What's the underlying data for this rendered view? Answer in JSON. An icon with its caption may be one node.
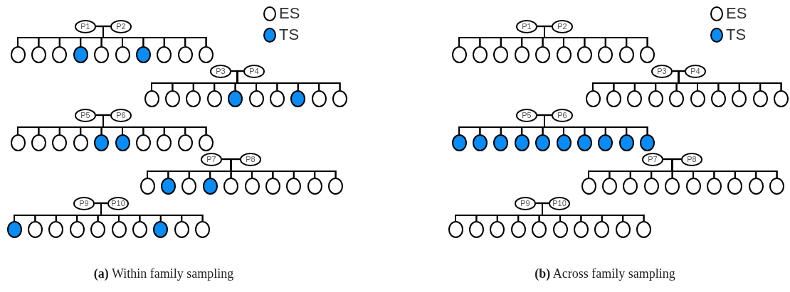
{
  "diagram": {
    "nodes": [
      {
        "text": [
          "P1"
        ]
      },
      {
        "text": [
          "P2"
        ]
      },
      {
        "text": [],
        "shape": "circle"
      },
      {
        "text": [],
        "shape": "circle"
      },
      {
        "text": [],
        "shape": "circle"
      },
      {
        "text": [],
        "shape": "circle"
      },
      {
        "text": [],
        "shape": "circle"
      },
      {
        "text": [],
        "shape": "circle"
      },
      {
        "text": [],
        "shape": "circle"
      },
      {
        "text": [],
        "shape": "circle"
      },
      {
        "text": [],
        "shape": "circle"
      },
      {
        "text": [],
        "shape": "circle"
      },
      {
        "text": [
          "P3"
        ]
      },
      {
        "text": [
          "P4"
        ]
      },
      {
        "text": [],
        "shape": "circle"
      },
      {
        "text": [],
        "shape": "circle"
      },
      {
        "text": [],
        "shape": "circle"
      },
      {
        "text": [],
        "shape": "circle"
      },
      {
        "text": [],
        "shape": "circle"
      },
      {
        "text": [],
        "shape": "circle"
      },
      {
        "text": [],
        "shape": "circle"
      },
      {
        "text": [],
        "shape": "circle"
      },
      {
        "text": [],
        "shape": "circle"
      },
      {
        "text": [],
        "shape": "circle"
      },
      {
        "text": [
          "P5"
        ]
      },
      {
        "text": [
          "P6"
        ]
      },
      {
        "text": [],
        "shape": "circle"
      },
      {
        "text": [],
        "shape": "circle"
      },
      {
        "text": [],
        "shape": "circle"
      },
      {
        "text": [],
        "shape": "circle"
      },
      {
        "text": [],
        "shape": "circle"
      },
      {
        "text": [],
        "shape": "circle"
      },
      {
        "text": [],
        "shape": "circle"
      },
      {
        "text": [],
        "shape": "circle"
      },
      {
        "text": [],
        "shape": "circle"
      },
      {
        "text": [],
        "shape": "circle"
      },
      {
        "text": [
          "P7"
        ]
      },
      {
        "text": [
          "P8"
        ]
      },
      {
        "text": [],
        "shape": "circle"
      },
      {
        "text": [],
        "shape": "circle"
      },
      {
        "text": [],
        "shape": "circle"
      },
      {
        "text": [],
        "shape": "circle"
      },
      {
        "text": [],
        "shape": "circle"
      },
      {
        "text": [],
        "shape": "circle"
      },
      {
        "text": [],
        "shape": "circle"
      },
      {
        "text": [],
        "shape": "circle"
      },
      {
        "text": [],
        "shape": "circle"
      },
      {
        "text": [],
        "shape": "circle"
      },
      {
        "text": [
          "P9"
        ]
      },
      {
        "text": [
          "P10"
        ]
      },
      {
        "text": [],
        "shape": "circle"
      },
      {
        "text": [],
        "shape": "circle"
      },
      {
        "text": [],
        "shape": "circle"
      },
      {
        "text": [],
        "shape": "circle"
      },
      {
        "text": [],
        "shape": "circle"
      },
      {
        "text": [],
        "shape": "circle"
      },
      {
        "text": [],
        "shape": "circle"
      },
      {
        "text": [],
        "shape": "circle"
      },
      {
        "text": [],
        "shape": "circle"
      },
      {
        "text": [],
        "shape": "circle"
      },
      {
        "text": [
          "P1"
        ]
      },
      {
        "text": [
          "P2"
        ]
      },
      {
        "text": [],
        "shape": "circle"
      },
      {
        "text": [],
        "shape": "circle"
      },
      {
        "text": [],
        "shape": "circle"
      },
      {
        "text": [],
        "shape": "circle"
      },
      {
        "text": [],
        "shape": "circle"
      },
      {
        "text": [],
        "shape": "circle"
      },
      {
        "text": [],
        "shape": "circle"
      },
      {
        "text": [],
        "shape": "circle"
      },
      {
        "text": [],
        "shape": "circle"
      },
      {
        "text": [],
        "shape": "circle"
      },
      {
        "text": [
          "P3"
        ]
      },
      {
        "text": [
          "P4"
        ]
      },
      {
        "text": [],
        "shape": "circle"
      },
      {
        "text": [],
        "shape": "circle"
      },
      {
        "text": [],
        "shape": "circle"
      },
      {
        "text": [],
        "shape": "circle"
      },
      {
        "text": [],
        "shape": "circle"
      },
      {
        "text": [],
        "shape": "circle"
      },
      {
        "text": [],
        "shape": "circle"
      },
      {
        "text": [],
        "shape": "circle"
      },
      {
        "text": [],
        "shape": "circle"
      },
      {
        "text": [],
        "shape": "circle"
      },
      {
        "text": [
          "P5"
        ]
      },
      {
        "text": [
          "P6"
        ]
      },
      {
        "text": [],
        "shape": "circle"
      },
      {
        "text": [],
        "shape": "circle"
      },
      {
        "text": [],
        "shape": "circle"
      },
      {
        "text": [],
        "shape": "circle"
      },
      {
        "text": [],
        "shape": "circle"
      },
      {
        "text": [],
        "shape": "circle"
      },
      {
        "text": [],
        "shape": "circle"
      },
      {
        "text": [],
        "shape": "circle"
      },
      {
        "text": [],
        "shape": "circle"
      },
      {
        "text": [],
        "shape": "circle"
      },
      {
        "text": [
          "P7"
        ]
      },
      {
        "text": [
          "P8"
        ]
      },
      {
        "text": [],
        "shape": "circle"
      },
      {
        "text": [],
        "shape": "circle"
      },
      {
        "text": [],
        "shape": "circle"
      },
      {
        "text": [],
        "shape": "circle"
      },
      {
        "text": [],
        "shape": "circle"
      },
      {
        "text": [],
        "shape": "circle"
      },
      {
        "text": [],
        "shape": "circle"
      },
      {
        "text": [],
        "shape": "circle"
      },
      {
        "text": [],
        "shape": "circle"
      },
      {
        "text": [],
        "shape": "circle"
      },
      {
        "text": [
          "P9"
        ]
      },
      {
        "text": [
          "P10"
        ]
      },
      {
        "text": [],
        "shape": "circle"
      },
      {
        "text": [],
        "shape": "circle"
      },
      {
        "text": [],
        "shape": "circle"
      },
      {
        "text": [],
        "shape": "circle"
      },
      {
        "text": [],
        "shape": "circle"
      },
      {
        "text": [],
        "shape": "circle"
      },
      {
        "text": [],
        "shape": "circle"
      },
      {
        "text": [],
        "shape": "circle"
      },
      {
        "text": [],
        "shape": "circle"
      },
      {
        "text": [],
        "shape": "circle"
      }
    ],
    "edges": [
      {
        "from": 0,
        "to": 1,
        "arrow": "none"
      },
      {
        "from": 0,
        "to": 2,
        "arrow": "none"
      },
      {
        "from": 1,
        "to": 2,
        "arrow": "none"
      },
      {
        "from": 0,
        "to": 3,
        "arrow": "none"
      },
      {
        "from": 1,
        "to": 3,
        "arrow": "none"
      },
      {
        "from": 0,
        "to": 4,
        "arrow": "none"
      },
      {
        "from": 1,
        "to": 4,
        "arrow": "none"
      },
      {
        "from": 0,
        "to": 5,
        "arrow": "none"
      },
      {
        "from": 1,
        "to": 5,
        "arrow": "none"
      },
      {
        "from": 0,
        "to": 6,
        "arrow": "none"
      },
      {
        "from": 1,
        "to": 6,
        "arrow": "none"
      },
      {
        "from": 0,
        "to": 7,
        "arrow": "none"
      },
      {
        "from": 1,
        "to": 7,
        "arrow": "none"
      },
      {
        "from": 0,
        "to": 8,
        "arrow": "none"
      },
      {
        "from": 1,
        "to": 8,
        "arrow": "none"
      },
      {
        "from": 0,
        "to": 9,
        "arrow": "none"
      },
      {
        "from": 1,
        "to": 9,
        "arrow": "none"
      },
      {
        "from": 0,
        "to": 10,
        "arrow": "none"
      },
      {
        "from": 1,
        "to": 10,
        "arrow": "none"
      },
      {
        "from": 0,
        "to": 11,
        "arrow": "none"
      },
      {
        "from": 1,
        "to": 11,
        "arrow": "none"
      },
      {
        "from": 12,
        "to": 13,
        "arrow": "none"
      },
      {
        "from": 12,
        "to": 14,
        "arrow": "none"
      },
      {
        "from": 13,
        "to": 14,
        "arrow": "none"
      },
      {
        "from": 12,
        "to": 15,
        "arrow": "none"
      },
      {
        "from": 13,
        "to": 15,
        "arrow": "none"
      },
      {
        "from": 12,
        "to": 16,
        "arrow": "none"
      },
      {
        "from": 13,
        "to": 16,
        "arrow": "none"
      },
      {
        "from": 12,
        "to": 17,
        "arrow": "none"
      },
      {
        "from": 13,
        "to": 17,
        "arrow": "none"
      },
      {
        "from": 12,
        "to": 18,
        "arrow": "none"
      },
      {
        "from": 13,
        "to": 18,
        "arrow": "none"
      },
      {
        "from": 12,
        "to": 19,
        "arrow": "none"
      },
      {
        "from": 13,
        "to": 19,
        "arrow": "none"
      },
      {
        "from": 12,
        "to": 20,
        "arrow": "none"
      },
      {
        "from": 13,
        "to": 20,
        "arrow": "none"
      },
      {
        "from": 12,
        "to": 21,
        "arrow": "none"
      },
      {
        "from": 13,
        "to": 21,
        "arrow": "none"
      },
      {
        "from": 12,
        "to": 22,
        "arrow": "none"
      },
      {
        "from": 13,
        "to": 22,
        "arrow": "none"
      },
      {
        "from": 12,
        "to": 23,
        "arrow": "none"
      },
      {
        "from": 13,
        "to": 23,
        "arrow": "none"
      },
      {
        "from": 24,
        "to": 25,
        "arrow": "none"
      },
      {
        "from": 24,
        "to": 26,
        "arrow": "none"
      },
      {
        "from": 25,
        "to": 26,
        "arrow": "none"
      },
      {
        "from": 24,
        "to": 27,
        "arrow": "none"
      },
      {
        "from": 25,
        "to": 27,
        "arrow": "none"
      },
      {
        "from": 24,
        "to": 28,
        "arrow": "none"
      },
      {
        "from": 25,
        "to": 28,
        "arrow": "none"
      },
      {
        "from": 24,
        "to": 29,
        "arrow": "none"
      },
      {
        "from": 25,
        "to": 29,
        "arrow": "none"
      },
      {
        "from": 24,
        "to": 30,
        "arrow": "none"
      },
      {
        "from": 25,
        "to": 30,
        "arrow": "none"
      },
      {
        "from": 24,
        "to": 31,
        "arrow": "none"
      },
      {
        "from": 25,
        "to": 31,
        "arrow": "none"
      },
      {
        "from": 24,
        "to": 32,
        "arrow": "none"
      },
      {
        "from": 25,
        "to": 32,
        "arrow": "none"
      },
      {
        "from": 24,
        "to": 33,
        "arrow": "none"
      },
      {
        "from": 25,
        "to": 33,
        "arrow": "none"
      },
      {
        "from": 24,
        "to": 34,
        "arrow": "none"
      },
      {
        "from": 25,
        "to": 34,
        "arrow": "none"
      },
      {
        "from": 24,
        "to": 35,
        "arrow": "none"
      },
      {
        "from": 25,
        "to": 35,
        "arrow": "none"
      },
      {
        "from": 36,
        "to": 37,
        "arrow": "none"
      },
      {
        "from": 36,
        "to": 38,
        "arrow": "none"
      },
      {
        "from": 37,
        "to": 38,
        "arrow": "none"
      },
      {
        "from": 36,
        "to": 39,
        "arrow": "none"
      },
      {
        "from": 37,
        "to": 39,
        "arrow": "none"
      },
      {
        "from": 36,
        "to": 40,
        "arrow": "none"
      },
      {
        "from": 37,
        "to": 40,
        "arrow": "none"
      },
      {
        "from": 36,
        "to": 41,
        "arrow": "none"
      },
      {
        "from": 37,
        "to": 41,
        "arrow": "none"
      },
      {
        "from": 36,
        "to": 42,
        "arrow": "none"
      },
      {
        "from": 37,
        "to": 42,
        "arrow": "none"
      },
      {
        "from": 36,
        "to": 43,
        "arrow": "none"
      },
      {
        "from": 37,
        "to": 43,
        "arrow": "none"
      },
      {
        "from": 36,
        "to": 44,
        "arrow": "none"
      },
      {
        "from": 37,
        "to": 44,
        "arrow": "none"
      },
      {
        "from": 36,
        "to": 45,
        "arrow": "none"
      },
      {
        "from": 37,
        "to": 45,
        "arrow": "none"
      },
      {
        "from": 36,
        "to": 46,
        "arrow": "none"
      },
      {
        "from": 37,
        "to": 46,
        "arrow": "none"
      },
      {
        "from": 36,
        "to": 47,
        "arrow": "none"
      },
      {
        "from": 37,
        "to": 47,
        "arrow": "none"
      },
      {
        "from": 48,
        "to": 49,
        "arrow": "none"
      },
      {
        "from": 48,
        "to": 50,
        "arrow": "none"
      },
      {
        "from": 49,
        "to": 50,
        "arrow": "none"
      },
      {
        "from": 48,
        "to": 51,
        "arrow": "none"
      },
      {
        "from": 49,
        "to": 51,
        "arrow": "none"
      },
      {
        "from": 48,
        "to": 52,
        "arrow": "none"
      },
      {
        "from": 49,
        "to": 52,
        "arrow": "none"
      },
      {
        "from": 48,
        "to": 53,
        "arrow": "none"
      },
      {
        "from": 49,
        "to": 53,
        "arrow": "none"
      },
      {
        "from": 48,
        "to": 54,
        "arrow": "none"
      },
      {
        "from": 49,
        "to": 54,
        "arrow": "none"
      },
      {
        "from": 48,
        "to": 55,
        "arrow": "none"
      },
      {
        "from": 49,
        "to": 55,
        "arrow": "none"
      },
      {
        "from": 48,
        "to": 56,
        "arrow": "none"
      },
      {
        "from": 49,
        "to": 56,
        "arrow": "none"
      },
      {
        "from": 48,
        "to": 57,
        "arrow": "none"
      },
      {
        "from": 49,
        "to": 57,
        "arrow": "none"
      },
      {
        "from": 48,
        "to": 58,
        "arrow": "none"
      },
      {
        "from": 49,
        "to": 58,
        "arrow": "none"
      },
      {
        "from": 48,
        "to": 59,
        "arrow": "none"
      },
      {
        "from": 49,
        "to": 59,
        "arrow": "none"
      },
      {
        "from": 60,
        "to": 61,
        "arrow": "none"
      },
      {
        "from": 60,
        "to": 62,
        "arrow": "none"
      },
      {
        "from": 61,
        "to": 62,
        "arrow": "none"
      },
      {
        "from": 60,
        "to": 63,
        "arrow": "none"
      },
      {
        "from": 61,
        "to": 63,
        "arrow": "none"
      },
      {
        "from": 60,
        "to": 64,
        "arrow": "none"
      },
      {
        "from": 61,
        "to": 64,
        "arrow": "none"
      },
      {
        "from": 60,
        "to": 65,
        "arrow": "none"
      },
      {
        "from": 61,
        "to": 65,
        "arrow": "none"
      },
      {
        "from": 60,
        "to": 66,
        "arrow": "none"
      },
      {
        "from": 61,
        "to": 66,
        "arrow": "none"
      },
      {
        "from": 60,
        "to": 67,
        "arrow": "none"
      },
      {
        "from": 61,
        "to": 67,
        "arrow": "none"
      },
      {
        "from": 60,
        "to": 68,
        "arrow": "none"
      },
      {
        "from": 61,
        "to": 68,
        "arrow": "none"
      },
      {
        "from": 60,
        "to": 69,
        "arrow": "none"
      },
      {
        "from": 61,
        "to": 69,
        "arrow": "none"
      },
      {
        "from": 60,
        "to": 70,
        "arrow": "none"
      },
      {
        "from": 61,
        "to": 70,
        "arrow": "none"
      },
      {
        "from": 60,
        "to": 71,
        "arrow": "none"
      },
      {
        "from": 61,
        "to": 71,
        "arrow": "none"
      },
      {
        "from": 72,
        "to": 73,
        "arrow": "none"
      },
      {
        "from": 72,
        "to": 74,
        "arrow": "none"
      },
      {
        "from": 73,
        "to": 74,
        "arrow": "none"
      },
      {
        "from": 72,
        "to": 75,
        "arrow": "none"
      },
      {
        "from": 73,
        "to": 75,
        "arrow": "none"
      },
      {
        "from": 72,
        "to": 76,
        "arrow": "none"
      },
      {
        "from": 73,
        "to": 76,
        "arrow": "none"
      },
      {
        "from": 72,
        "to": 77,
        "arrow": "none"
      },
      {
        "from": 73,
        "to": 77,
        "arrow": "none"
      },
      {
        "from": 72,
        "to": 78,
        "arrow": "none"
      },
      {
        "from": 73,
        "to": 78,
        "arrow": "none"
      },
      {
        "from": 72,
        "to": 79,
        "arrow": "none"
      },
      {
        "from": 73,
        "to": 79,
        "arrow": "none"
      },
      {
        "from": 72,
        "to": 80,
        "arrow": "none"
      },
      {
        "from": 73,
        "to": 80,
        "arrow": "none"
      },
      {
        "from": 72,
        "to": 81,
        "arrow": "none"
      },
      {
        "from": 73,
        "to": 81,
        "arrow": "none"
      },
      {
        "from": 72,
        "to": 82,
        "arrow": "none"
      },
      {
        "from": 73,
        "to": 82,
        "arrow": "none"
      },
      {
        "from": 72,
        "to": 83,
        "arrow": "none"
      },
      {
        "from": 73,
        "to": 83,
        "arrow": "none"
      },
      {
        "from": 84,
        "to": 85,
        "arrow": "none"
      },
      {
        "from": 84,
        "to": 86,
        "arrow": "none"
      },
      {
        "from": 85,
        "to": 86,
        "arrow": "none"
      },
      {
        "from": 84,
        "to": 87,
        "arrow": "none"
      },
      {
        "from": 85,
        "to": 87,
        "arrow": "none"
      },
      {
        "from": 84,
        "to": 88,
        "arrow": "none"
      },
      {
        "from": 85,
        "to": 88,
        "arrow": "none"
      },
      {
        "from": 84,
        "to": 89,
        "arrow": "none"
      },
      {
        "from": 85,
        "to": 89,
        "arrow": "none"
      },
      {
        "from": 84,
        "to": 90,
        "arrow": "none"
      },
      {
        "from": 85,
        "to": 90,
        "arrow": "none"
      },
      {
        "from": 84,
        "to": 91,
        "arrow": "none"
      },
      {
        "from": 85,
        "to": 91,
        "arrow": "none"
      },
      {
        "from": 84,
        "to": 92,
        "arrow": "none"
      },
      {
        "from": 85,
        "to": 92,
        "arrow": "none"
      },
      {
        "from": 84,
        "to": 93,
        "arrow": "none"
      },
      {
        "from": 85,
        "to": 93,
        "arrow": "none"
      },
      {
        "from": 84,
        "to": 94,
        "arrow": "none"
      },
      {
        "from": 85,
        "to": 94,
        "arrow": "none"
      },
      {
        "from": 84,
        "to": 95,
        "arrow": "none"
      },
      {
        "from": 85,
        "to": 95,
        "arrow": "none"
      },
      {
        "from": 96,
        "to": 97,
        "arrow": "none"
      },
      {
        "from": 96,
        "to": 98,
        "arrow": "none"
      },
      {
        "from": 97,
        "to": 98,
        "arrow": "none"
      },
      {
        "from": 96,
        "to": 99,
        "arrow": "none"
      },
      {
        "from": 97,
        "to": 99,
        "arrow": "none"
      },
      {
        "from": 96,
        "to": 100,
        "arrow": "none"
      },
      {
        "from": 97,
        "to": 100,
        "arrow": "none"
      },
      {
        "from": 96,
        "to": 101,
        "arrow": "none"
      },
      {
        "from": 97,
        "to": 101,
        "arrow": "none"
      },
      {
        "from": 96,
        "to": 102,
        "arrow": "none"
      },
      {
        "from": 97,
        "to": 102,
        "arrow": "none"
      },
      {
        "from": 96,
        "to": 103,
        "arrow": "none"
      },
      {
        "from": 97,
        "to": 103,
        "arrow": "none"
      },
      {
        "from": 96,
        "to": 104,
        "arrow": "none"
      },
      {
        "from": 97,
        "to": 104,
        "arrow": "none"
      },
      {
        "from": 96,
        "to": 105,
        "arrow": "none"
      },
      {
        "from": 97,
        "to": 105,
        "arrow": "none"
      },
      {
        "from": 96,
        "to": 106,
        "arrow": "none"
      },
      {
        "from": 97,
        "to": 106,
        "arrow": "none"
      },
      {
        "from": 96,
        "to": 107,
        "arrow": "none"
      },
      {
        "from": 97,
        "to": 107,
        "arrow": "none"
      },
      {
        "from": 108,
        "to": 109,
        "arrow": "none"
      },
      {
        "from": 108,
        "to": 110,
        "arrow": "none"
      },
      {
        "from": 109,
        "to": 110,
        "arrow": "none"
      },
      {
        "from": 108,
        "to": 111,
        "arrow": "none"
      },
      {
        "from": 109,
        "to": 111,
        "arrow": "none"
      },
      {
        "from": 108,
        "to": 112,
        "arrow": "none"
      },
      {
        "from": 109,
        "to": 112,
        "arrow": "none"
      },
      {
        "from": 108,
        "to": 113,
        "arrow": "none"
      },
      {
        "from": 109,
        "to": 113,
        "arrow": "none"
      },
      {
        "from": 108,
        "to": 114,
        "arrow": "none"
      },
      {
        "from": 109,
        "to": 114,
        "arrow": "none"
      },
      {
        "from": 108,
        "to": 115,
        "arrow": "none"
      },
      {
        "from": 109,
        "to": 115,
        "arrow": "none"
      },
      {
        "from": 108,
        "to": 116,
        "arrow": "none"
      },
      {
        "from": 109,
        "to": 116,
        "arrow": "none"
      },
      {
        "from": 108,
        "to": 117,
        "arrow": "none"
      },
      {
        "from": 109,
        "to": 117,
        "arrow": "none"
      },
      {
        "from": 108,
        "to": 118,
        "arrow": "none"
      },
      {
        "from": 109,
        "to": 118,
        "arrow": "none"
      },
      {
        "from": 108,
        "to": 119,
        "arrow": "none"
      },
      {
        "from": 109,
        "to": 119,
        "arrow": "none"
      }
    ],
    "labels": [
      "**(a)** Within family sampling",
      "**(b)** Across family sampling"
    ],
    "legend": [
      {
        "text": "ES",
        "color": "#ffffff"
      },
      {
        "text": "TS",
        "color": "#0a8cf5"
      },
      {
        "text": "ES",
        "color": "#ffffff"
      },
      {
        "text": "TS",
        "color": "#0a8cf5"
      }
    ]
  }
}
